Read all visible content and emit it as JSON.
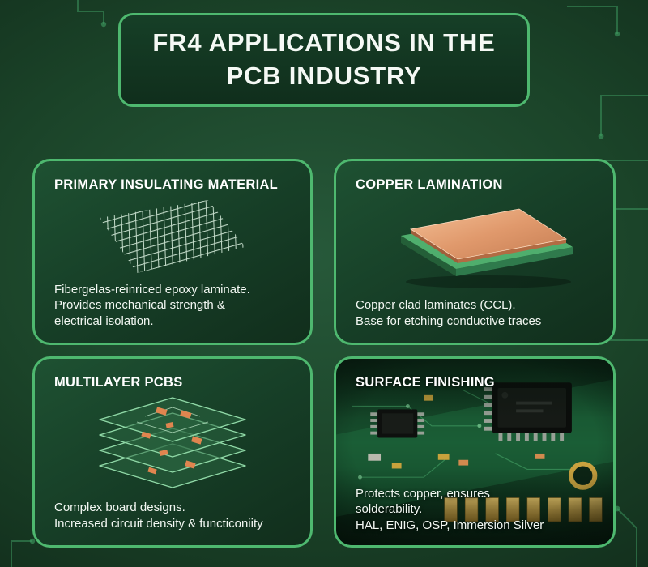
{
  "colors": {
    "background": "#143120",
    "accent_border": "#4eb86f",
    "card_background": "#163d26",
    "text": "#f5f9f5",
    "copper": "#e0996c",
    "component_orange": "#e0854f",
    "gold_pad": "#d9a93f",
    "circuit_trace": "#3f9e63"
  },
  "title": {
    "line1": "FR4 APPLICATIONS IN THE",
    "line2": "PCB INDUSTRY"
  },
  "cards": [
    {
      "id": "primary-insulating-material",
      "heading": "PRIMARY INSULATING MATERIAL",
      "illustration": "fiberglass-mesh",
      "body": [
        "Fibergelas-reinriced epoxy laminate.",
        "Provides mechanical strength &",
        "electrical isolation."
      ]
    },
    {
      "id": "copper-lamination",
      "heading": "COPPER LAMINATION",
      "illustration": "copper-clad-laminate",
      "body": [
        "Copper clad laminates (CCL).",
        "Base for etching conductive traces"
      ]
    },
    {
      "id": "multilayer-pcbs",
      "heading": "MULTILAYER PCBS",
      "illustration": "stacked-pcb-layers",
      "body": [
        "Complex board designs.",
        "Increased circuit density & functiconiity"
      ]
    },
    {
      "id": "surface-finishing",
      "heading": "SURFACE FINISHING",
      "illustration": "pcb-closeup-photo",
      "body": [
        "Protects copper, ensures",
        "solderability.",
        "HAL, ENIG, OSP, Immersion Silver"
      ]
    }
  ]
}
